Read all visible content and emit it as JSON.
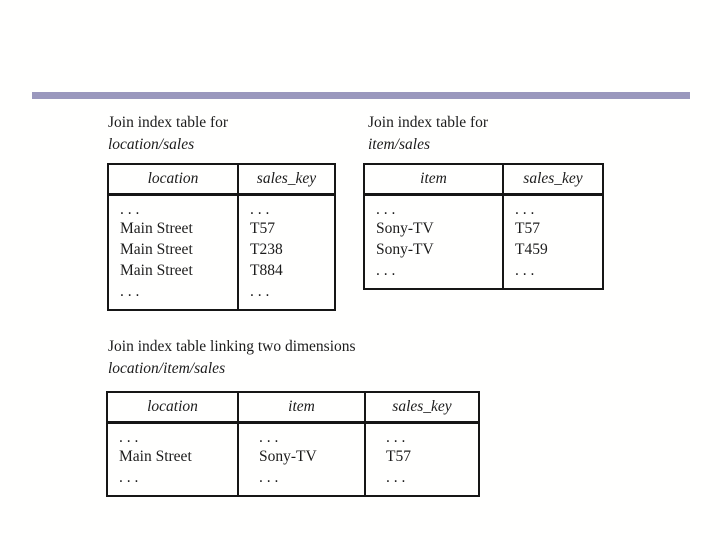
{
  "slide": {
    "background": "#fffffe",
    "divider_color": "#9a98bd",
    "border_color": "#161616",
    "text_color": "#1c1c1c"
  },
  "sections": [
    {
      "caption_line1": "Join index table for",
      "caption_line2": "location/sales",
      "table": {
        "headers": [
          "location",
          "sales_key"
        ],
        "rows": [
          [
            ". . .",
            ". . ."
          ],
          [
            "Main Street",
            "T57"
          ],
          [
            "Main Street",
            "T238"
          ],
          [
            "Main Street",
            "T884"
          ],
          [
            ". . .",
            ". . ."
          ]
        ]
      }
    },
    {
      "caption_line1": "Join index table for",
      "caption_line2": "item/sales",
      "table": {
        "headers": [
          "item",
          "sales_key"
        ],
        "rows": [
          [
            ". . .",
            ". . ."
          ],
          [
            "Sony-TV",
            "T57"
          ],
          [
            "Sony-TV",
            "T459"
          ],
          [
            ". . .",
            ". . ."
          ]
        ]
      }
    },
    {
      "caption_line1": "Join index table linking two dimensions",
      "caption_line2": "location/item/sales",
      "table": {
        "headers": [
          "location",
          "item",
          "sales_key"
        ],
        "rows": [
          [
            ". . .",
            ". . .",
            ". . ."
          ],
          [
            "Main Street",
            "Sony-TV",
            "T57"
          ],
          [
            ". . .",
            ". . .",
            ". . ."
          ]
        ]
      }
    }
  ]
}
